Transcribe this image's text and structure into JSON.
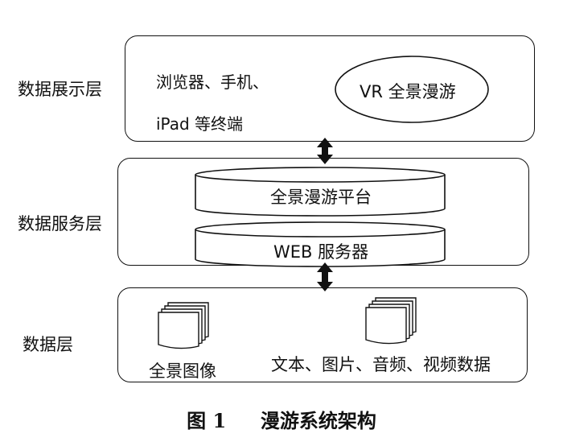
{
  "layers": {
    "display": {
      "label": "数据展示层",
      "text_line1": "浏览器、手机、",
      "text_line2": "iPad 等终端",
      "ellipse_label": "VR 全景漫游"
    },
    "service": {
      "label": "数据服务层",
      "platform_label": "全景漫游平台",
      "web_label": "WEB 服务器"
    },
    "data": {
      "label": "数据层",
      "panorama_label": "全景图像",
      "media_label": "文本、图片、音频、视频数据"
    }
  },
  "caption": {
    "number": "图 1",
    "title": "漫游系统架构"
  }
}
